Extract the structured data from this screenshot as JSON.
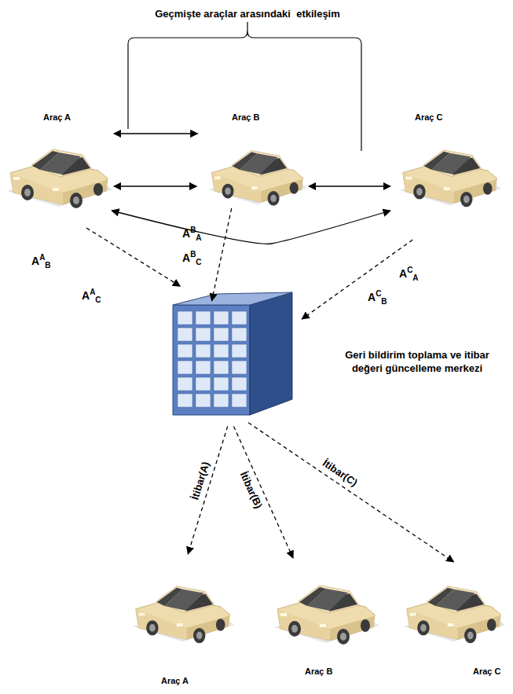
{
  "diagram": {
    "title": "Geçmişte araçlar arasındaki  etkileşim",
    "nodes": [
      {
        "text": [
          "Araç A"
        ]
      },
      {
        "text": [
          "Araç B"
        ]
      },
      {
        "text": [
          "Araç C"
        ]
      },
      {
        "text": [
          "Geri bildirim toplama ve itibar değeri güncelleme merkezi"
        ]
      },
      {
        "text": [
          "Araç A"
        ]
      },
      {
        "text": [
          "Araç B"
        ]
      },
      {
        "text": [
          "Araç C"
        ]
      }
    ],
    "edges": [
      {
        "from": 0,
        "to": 1,
        "arrow": "both"
      },
      {
        "from": 0,
        "to": 1,
        "arrow": "both"
      },
      {
        "from": 1,
        "to": 2,
        "arrow": "both"
      },
      {
        "from": 0,
        "to": 2,
        "arrow": "both"
      },
      {
        "from": 0,
        "to": 3,
        "arrow": "to"
      },
      {
        "from": 1,
        "to": 3,
        "arrow": "to"
      },
      {
        "from": 2,
        "to": 3,
        "arrow": "to"
      },
      {
        "from": 3,
        "to": 4,
        "arrow": "to",
        "label": "İtibar(A)"
      },
      {
        "from": 3,
        "to": 5,
        "arrow": "to",
        "label": "İtibar(B)"
      },
      {
        "from": 3,
        "to": 6,
        "arrow": "to",
        "label": "İtibar(C)"
      }
    ],
    "labels": [
      "AAB",
      "AAC",
      "ABA",
      "ABC",
      "ACA",
      "ACB"
    ]
  }
}
